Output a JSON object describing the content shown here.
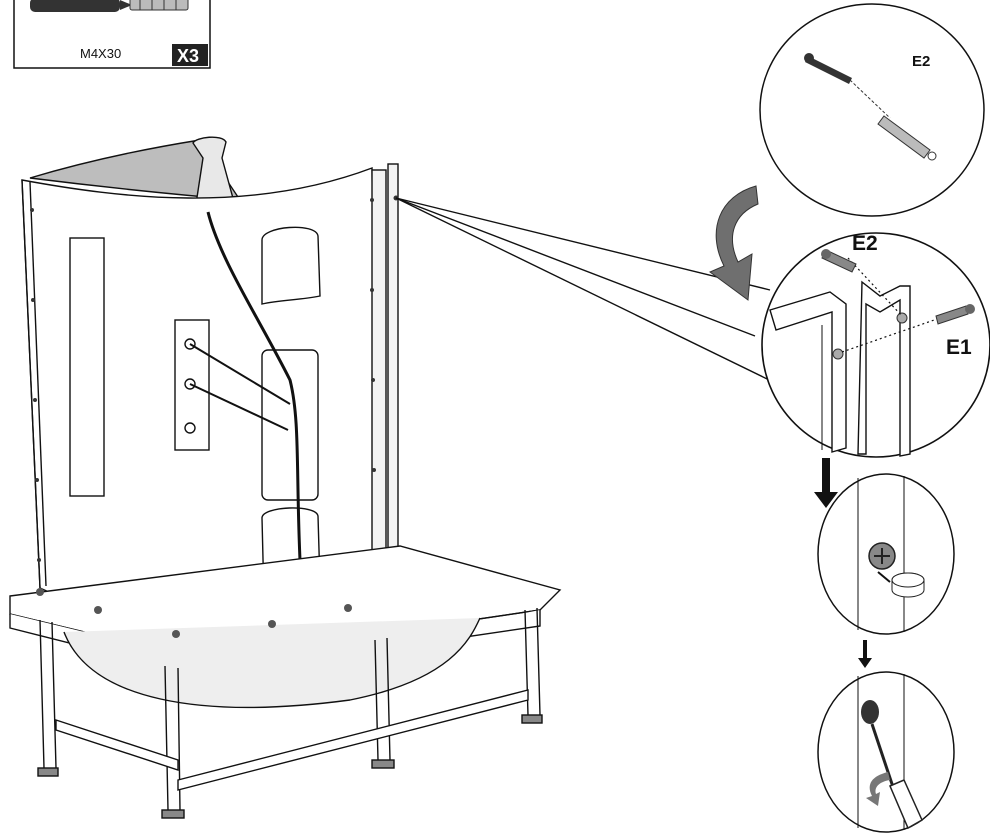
{
  "parts_box": {
    "size_label": "M4X30",
    "quantity_label": "X3"
  },
  "detail_top": {
    "part_label": "E2"
  },
  "detail_main": {
    "label_e2": "E2",
    "label_e1": "E1"
  },
  "colors": {
    "ink": "#111111",
    "panel_gray": "#d9d9d9",
    "dark_gray": "#555555",
    "qty_bg": "#222222"
  }
}
